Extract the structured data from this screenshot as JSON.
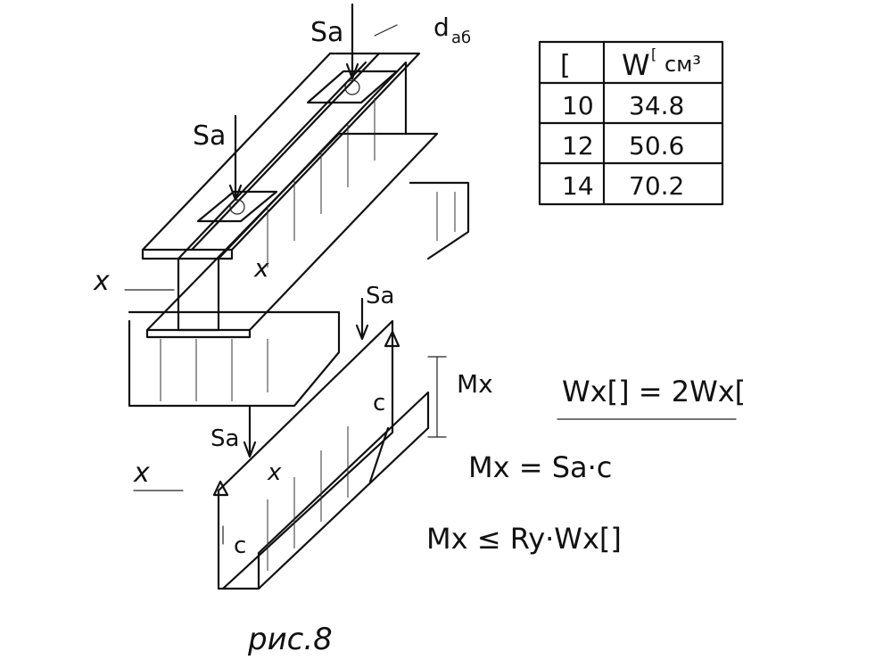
{
  "labels": {
    "force_top": "Sa",
    "bolt_diameter": "d",
    "bolt_diameter_sub": "аб",
    "force_mid": "Sa",
    "axis_x_left": "x",
    "axis_x_web": "x",
    "force_right": "Sa",
    "force_bottom": "Sa",
    "axis_x_bottom_left": "x",
    "axis_x_bottom": "x",
    "dim_c_right": "c",
    "dim_c_bottom": "c",
    "moment_label": "Mx",
    "caption": "рис.8"
  },
  "table": {
    "header": [
      "[",
      "W",
      "см³"
    ],
    "header_sup": "[",
    "rows": [
      [
        "10",
        "34.8"
      ],
      [
        "12",
        "50.6"
      ],
      [
        "14",
        "70.2"
      ]
    ]
  },
  "formulas": {
    "f1": "Wx[] = 2Wx[",
    "f2": "Mx = Sa·c",
    "f3": "Mx ≤ Ry·Wx[]"
  }
}
